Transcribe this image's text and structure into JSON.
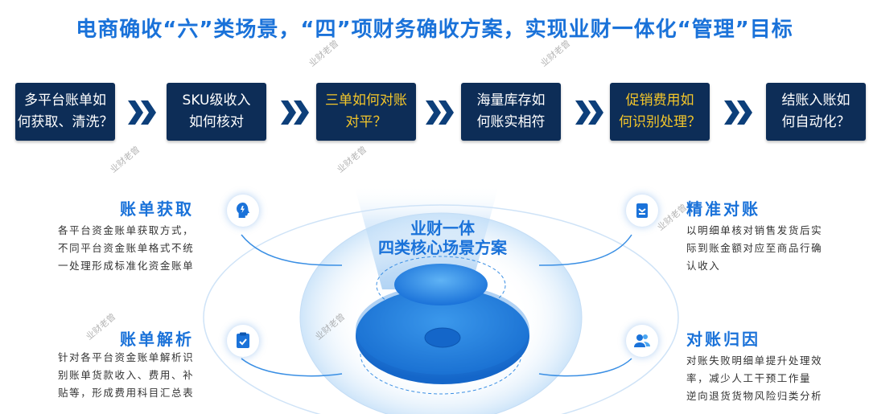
{
  "title": "电商确收“六”类场景，“四”项财务确收方案，实现业财一体化“管理”目标",
  "steps": [
    {
      "line1": "多平台账单如",
      "line2": "何获取、清洗？",
      "highlight": false
    },
    {
      "line1": "SKU级收入",
      "line2": "如何核对",
      "highlight": false
    },
    {
      "line1": "三单如何对账",
      "line2": "对平？",
      "highlight": true
    },
    {
      "line1": "海量库存如",
      "line2": "何账实相符",
      "highlight": false
    },
    {
      "line1": "促销费用如",
      "line2": "何识别处理？",
      "highlight": true
    },
    {
      "line1": "结账入账如",
      "line2": "何自动化？",
      "highlight": false
    }
  ],
  "center": {
    "line1": "业财一体",
    "line2": "四类核心场景方案"
  },
  "features": [
    {
      "title": "账单获取",
      "desc": [
        "各平台资金账单获取方式，",
        "不同平台资金账单格式不统",
        "一处理形成标准化资金账单"
      ],
      "icon": "lightbulb-head-icon"
    },
    {
      "title": "账单解析",
      "desc": [
        "针对各平台资金账单解析识",
        "别账单货款收入、费用、补",
        "贴等，形成费用科目汇总表"
      ],
      "icon": "document-check-icon"
    },
    {
      "title": "精准对账",
      "desc": [
        "以明细单核对销售发货后实",
        "际到账金额对应至商品行确",
        "认收入"
      ],
      "icon": "clipboard-icon"
    },
    {
      "title": "对账归因",
      "desc": [
        "对账失败明细单提升处理效",
        "率，减少人工干预工作量",
        "逆向退货货物风险归类分析"
      ],
      "icon": "users-icon"
    }
  ],
  "watermark": "业财老曾",
  "colors": {
    "accent": "#1a72d9",
    "step_bg": "#0d2d57",
    "highlight": "#f4c62a",
    "arrow": "#0d3f7a"
  }
}
